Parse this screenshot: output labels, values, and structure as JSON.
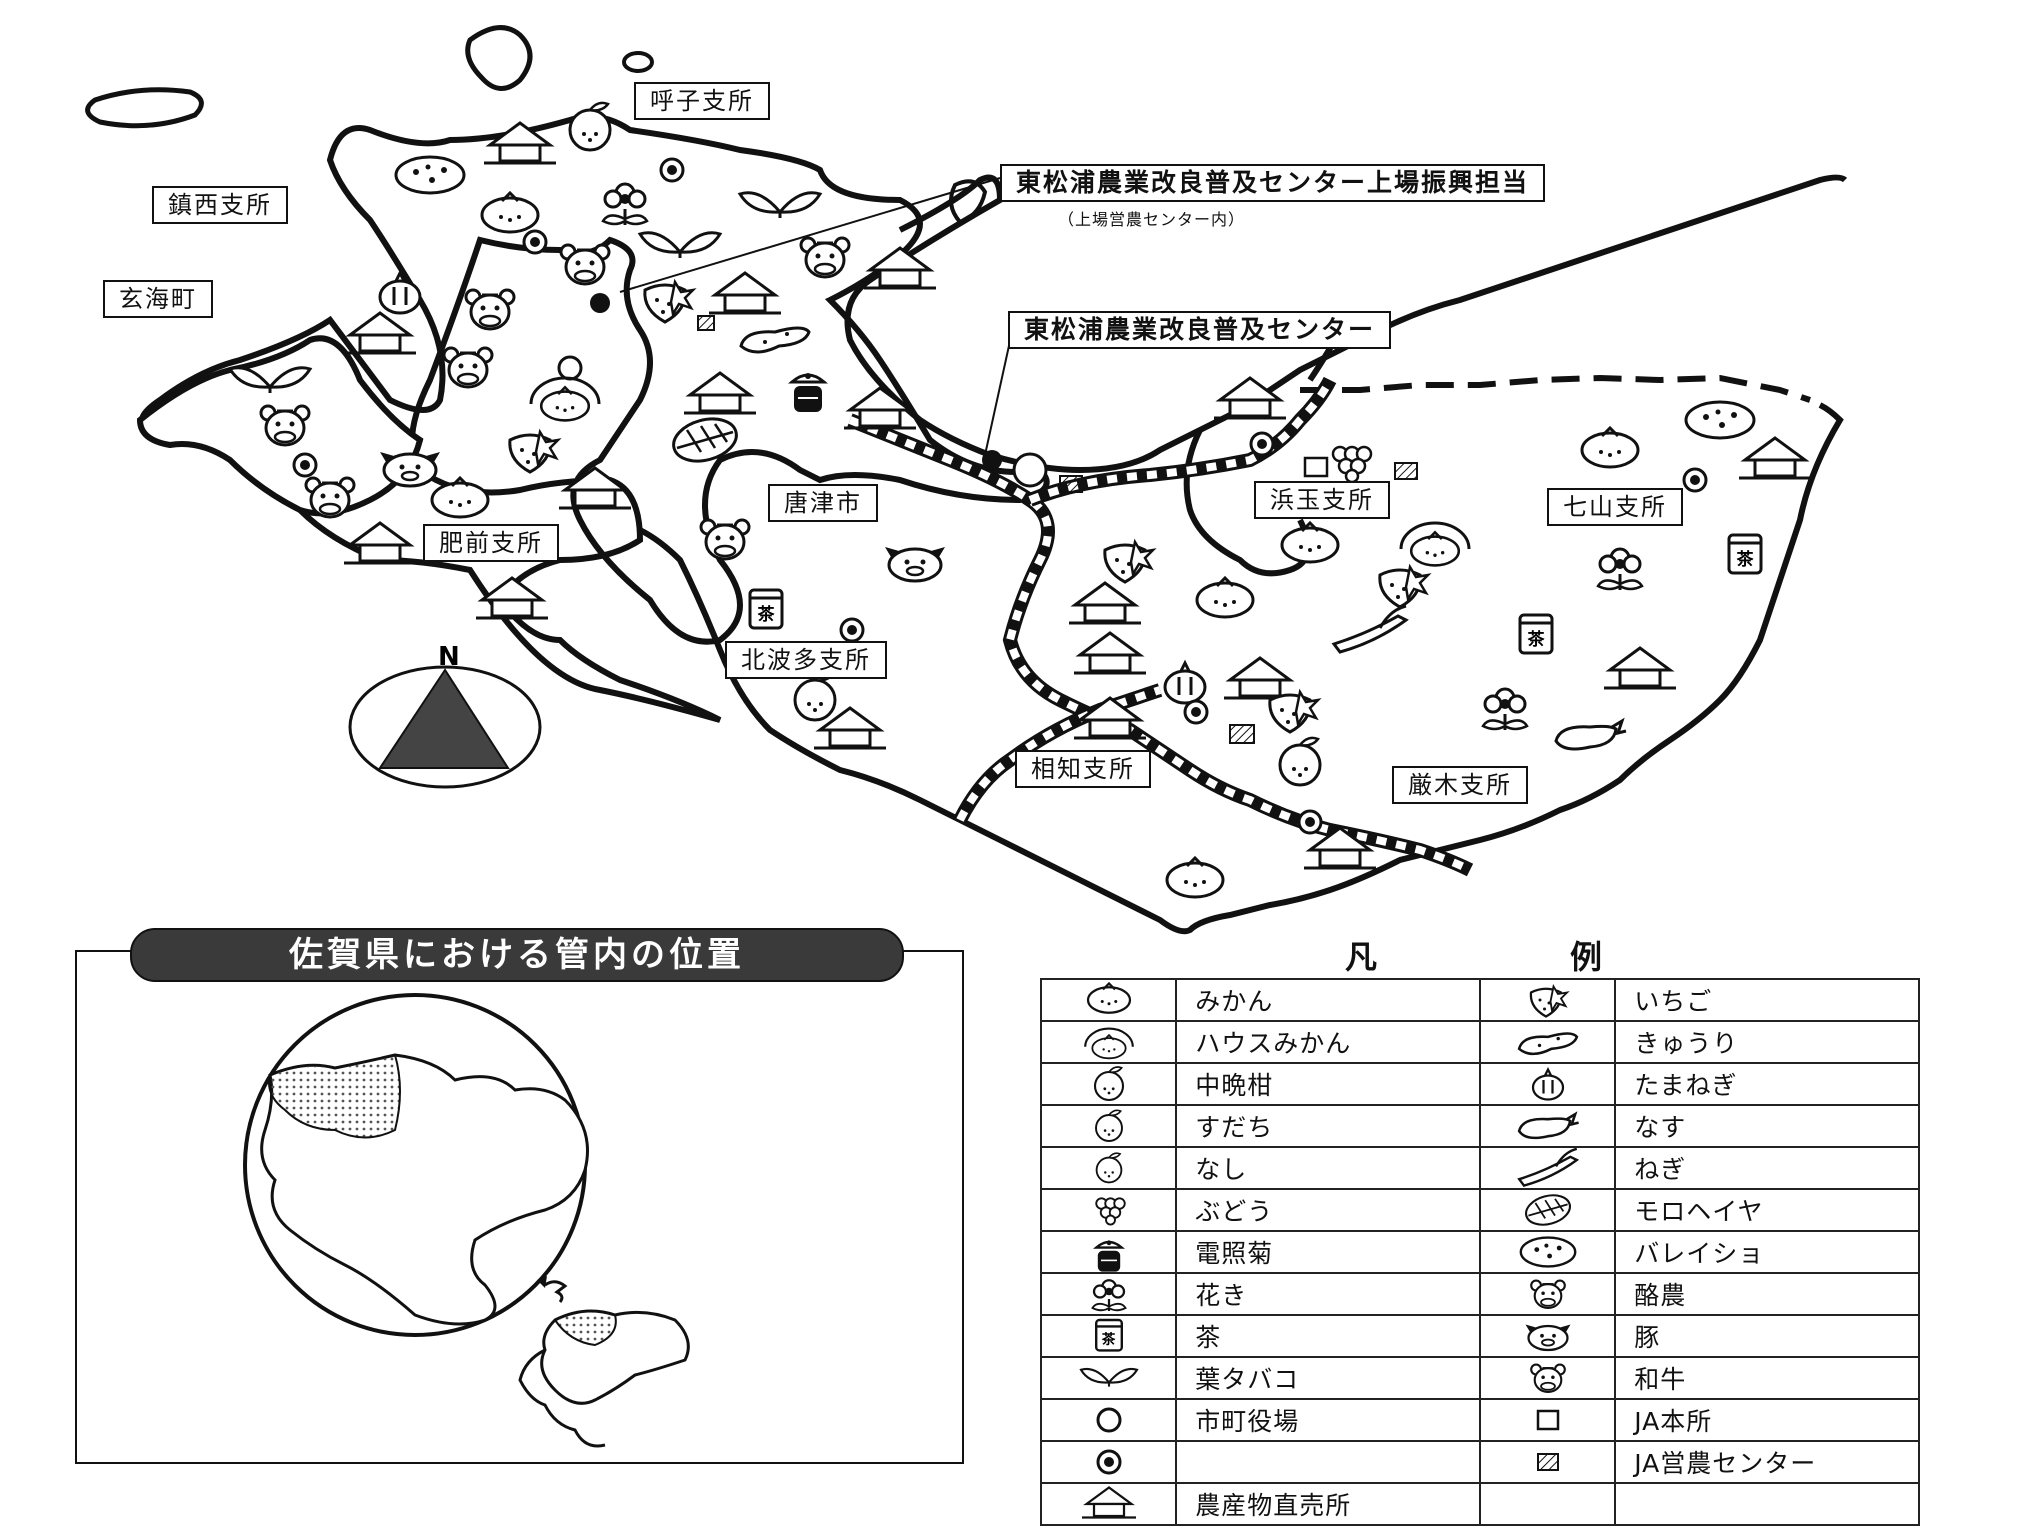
{
  "map": {
    "offices": {
      "yobuko": "呼子支所",
      "chinzei": "鎮西支所",
      "genkai": "玄海町",
      "hizen": "肥前支所",
      "karatsu": "唐津市",
      "kitahata": "北波多支所",
      "hamatama": "浜玉支所",
      "nanayama": "七山支所",
      "ouchi": "相知支所",
      "kyuragi": "厳木支所"
    },
    "centers": {
      "uwaba": "東松浦農業改良普及センター上場振興担当",
      "uwaba_note": "（上場営農センター内）",
      "main": "東松浦農業改良普及センター"
    },
    "compass": "N"
  },
  "inset": {
    "title": "佐賀県における管内の位置"
  },
  "legend": {
    "title_left": "凡",
    "title_right": "例",
    "rows": [
      {
        "left": {
          "icon": "mikan-icon",
          "label": "みかん"
        },
        "right": {
          "icon": "strawberry-icon",
          "label": "いちご"
        }
      },
      {
        "left": {
          "icon": "house-mikan-icon",
          "label": "ハウスみかん"
        },
        "right": {
          "icon": "cucumber-icon",
          "label": "きゅうり"
        }
      },
      {
        "left": {
          "icon": "late-citrus-icon",
          "label": "中晩柑"
        },
        "right": {
          "icon": "onion-icon",
          "label": "たまねぎ"
        }
      },
      {
        "left": {
          "icon": "sudachi-icon",
          "label": "すだち"
        },
        "right": {
          "icon": "eggplant-icon",
          "label": "なす"
        }
      },
      {
        "left": {
          "icon": "pear-icon",
          "label": "なし"
        },
        "right": {
          "icon": "leek-icon",
          "label": "ねぎ"
        }
      },
      {
        "left": {
          "icon": "grape-icon",
          "label": "ぶどう"
        },
        "right": {
          "icon": "molokhia-icon",
          "label": "モロヘイヤ"
        }
      },
      {
        "left": {
          "icon": "chrysanthemum-icon",
          "label": "電照菊"
        },
        "right": {
          "icon": "potato-icon",
          "label": "バレイショ"
        }
      },
      {
        "left": {
          "icon": "flower-icon",
          "label": "花き"
        },
        "right": {
          "icon": "dairy-cow-icon",
          "label": "酪農"
        }
      },
      {
        "left": {
          "icon": "tea-icon",
          "label": "茶"
        },
        "right": {
          "icon": "pig-icon",
          "label": "豚"
        }
      },
      {
        "left": {
          "icon": "tobacco-icon",
          "label": "葉タバコ"
        },
        "right": {
          "icon": "beef-cattle-icon",
          "label": "和牛"
        }
      },
      {
        "left": {
          "icon": "city-hall-icon",
          "label": "市町役場"
        },
        "right": {
          "icon": "ja-hq-icon",
          "label": "JA本所"
        }
      },
      {
        "left": {
          "icon": "double-circle-icon",
          "label": ""
        },
        "right": {
          "icon": "ja-center-icon",
          "label": "JA営農センター"
        }
      },
      {
        "left": {
          "icon": "direct-sale-icon",
          "label": "農産物直売所"
        },
        "right": {
          "icon": "",
          "label": ""
        }
      }
    ],
    "tea_char": "茶"
  }
}
